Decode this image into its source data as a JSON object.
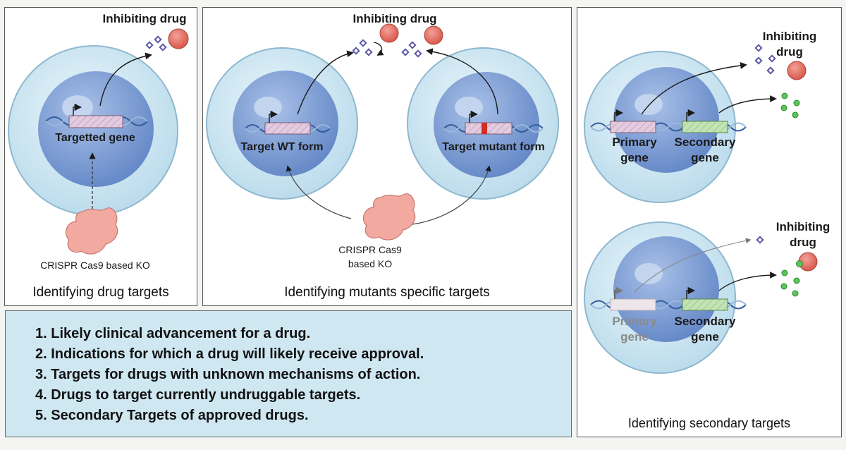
{
  "panel1": {
    "drug_label": "Inhibiting drug",
    "gene_label": "Targetted gene",
    "tool_label": "CRISPR Cas9 based KO",
    "caption": "Identifying drug targets"
  },
  "panel2": {
    "drug_label": "Inhibiting drug",
    "wt_label": "Target WT form",
    "mutant_label": "Target mutant form",
    "tool_line1": "CRISPR Cas9",
    "tool_line2": "based KO",
    "caption": "Identifying mutants specific targets"
  },
  "panel3": {
    "top": {
      "drug_line1": "Inhibiting",
      "drug_line2": "drug",
      "primary_line1": "Primary",
      "primary_line2": "gene",
      "secondary_line1": "Secondary",
      "secondary_line2": "gene"
    },
    "bottom": {
      "drug_line1": "Inhibiting",
      "drug_line2": "drug",
      "primary_line1": "Primary",
      "primary_line2": "gene",
      "secondary_line1": "Secondary",
      "secondary_line2": "gene"
    },
    "caption": "Identifying secondary targets"
  },
  "applications": [
    "1. Likely clinical advancement for a drug.",
    "2. Indications for which a drug will likely receive approval.",
    "3. Targets for drugs with unknown mechanisms of action.",
    "4. Drugs to target currently undruggable targets.",
    "5. Secondary Targets of approved drugs."
  ],
  "colors": {
    "cell_outer": "#cfe6f2",
    "nucleus": "#7f9fd3",
    "drug": "#e6776a",
    "crispr": "#f2a9a0",
    "gene_box": "#e4cce0",
    "secondary_gene_box": "#c3e3b5",
    "mutation": "#d32d24",
    "green_particle": "#5bc45b",
    "blue_particle": "#5b57a6"
  }
}
